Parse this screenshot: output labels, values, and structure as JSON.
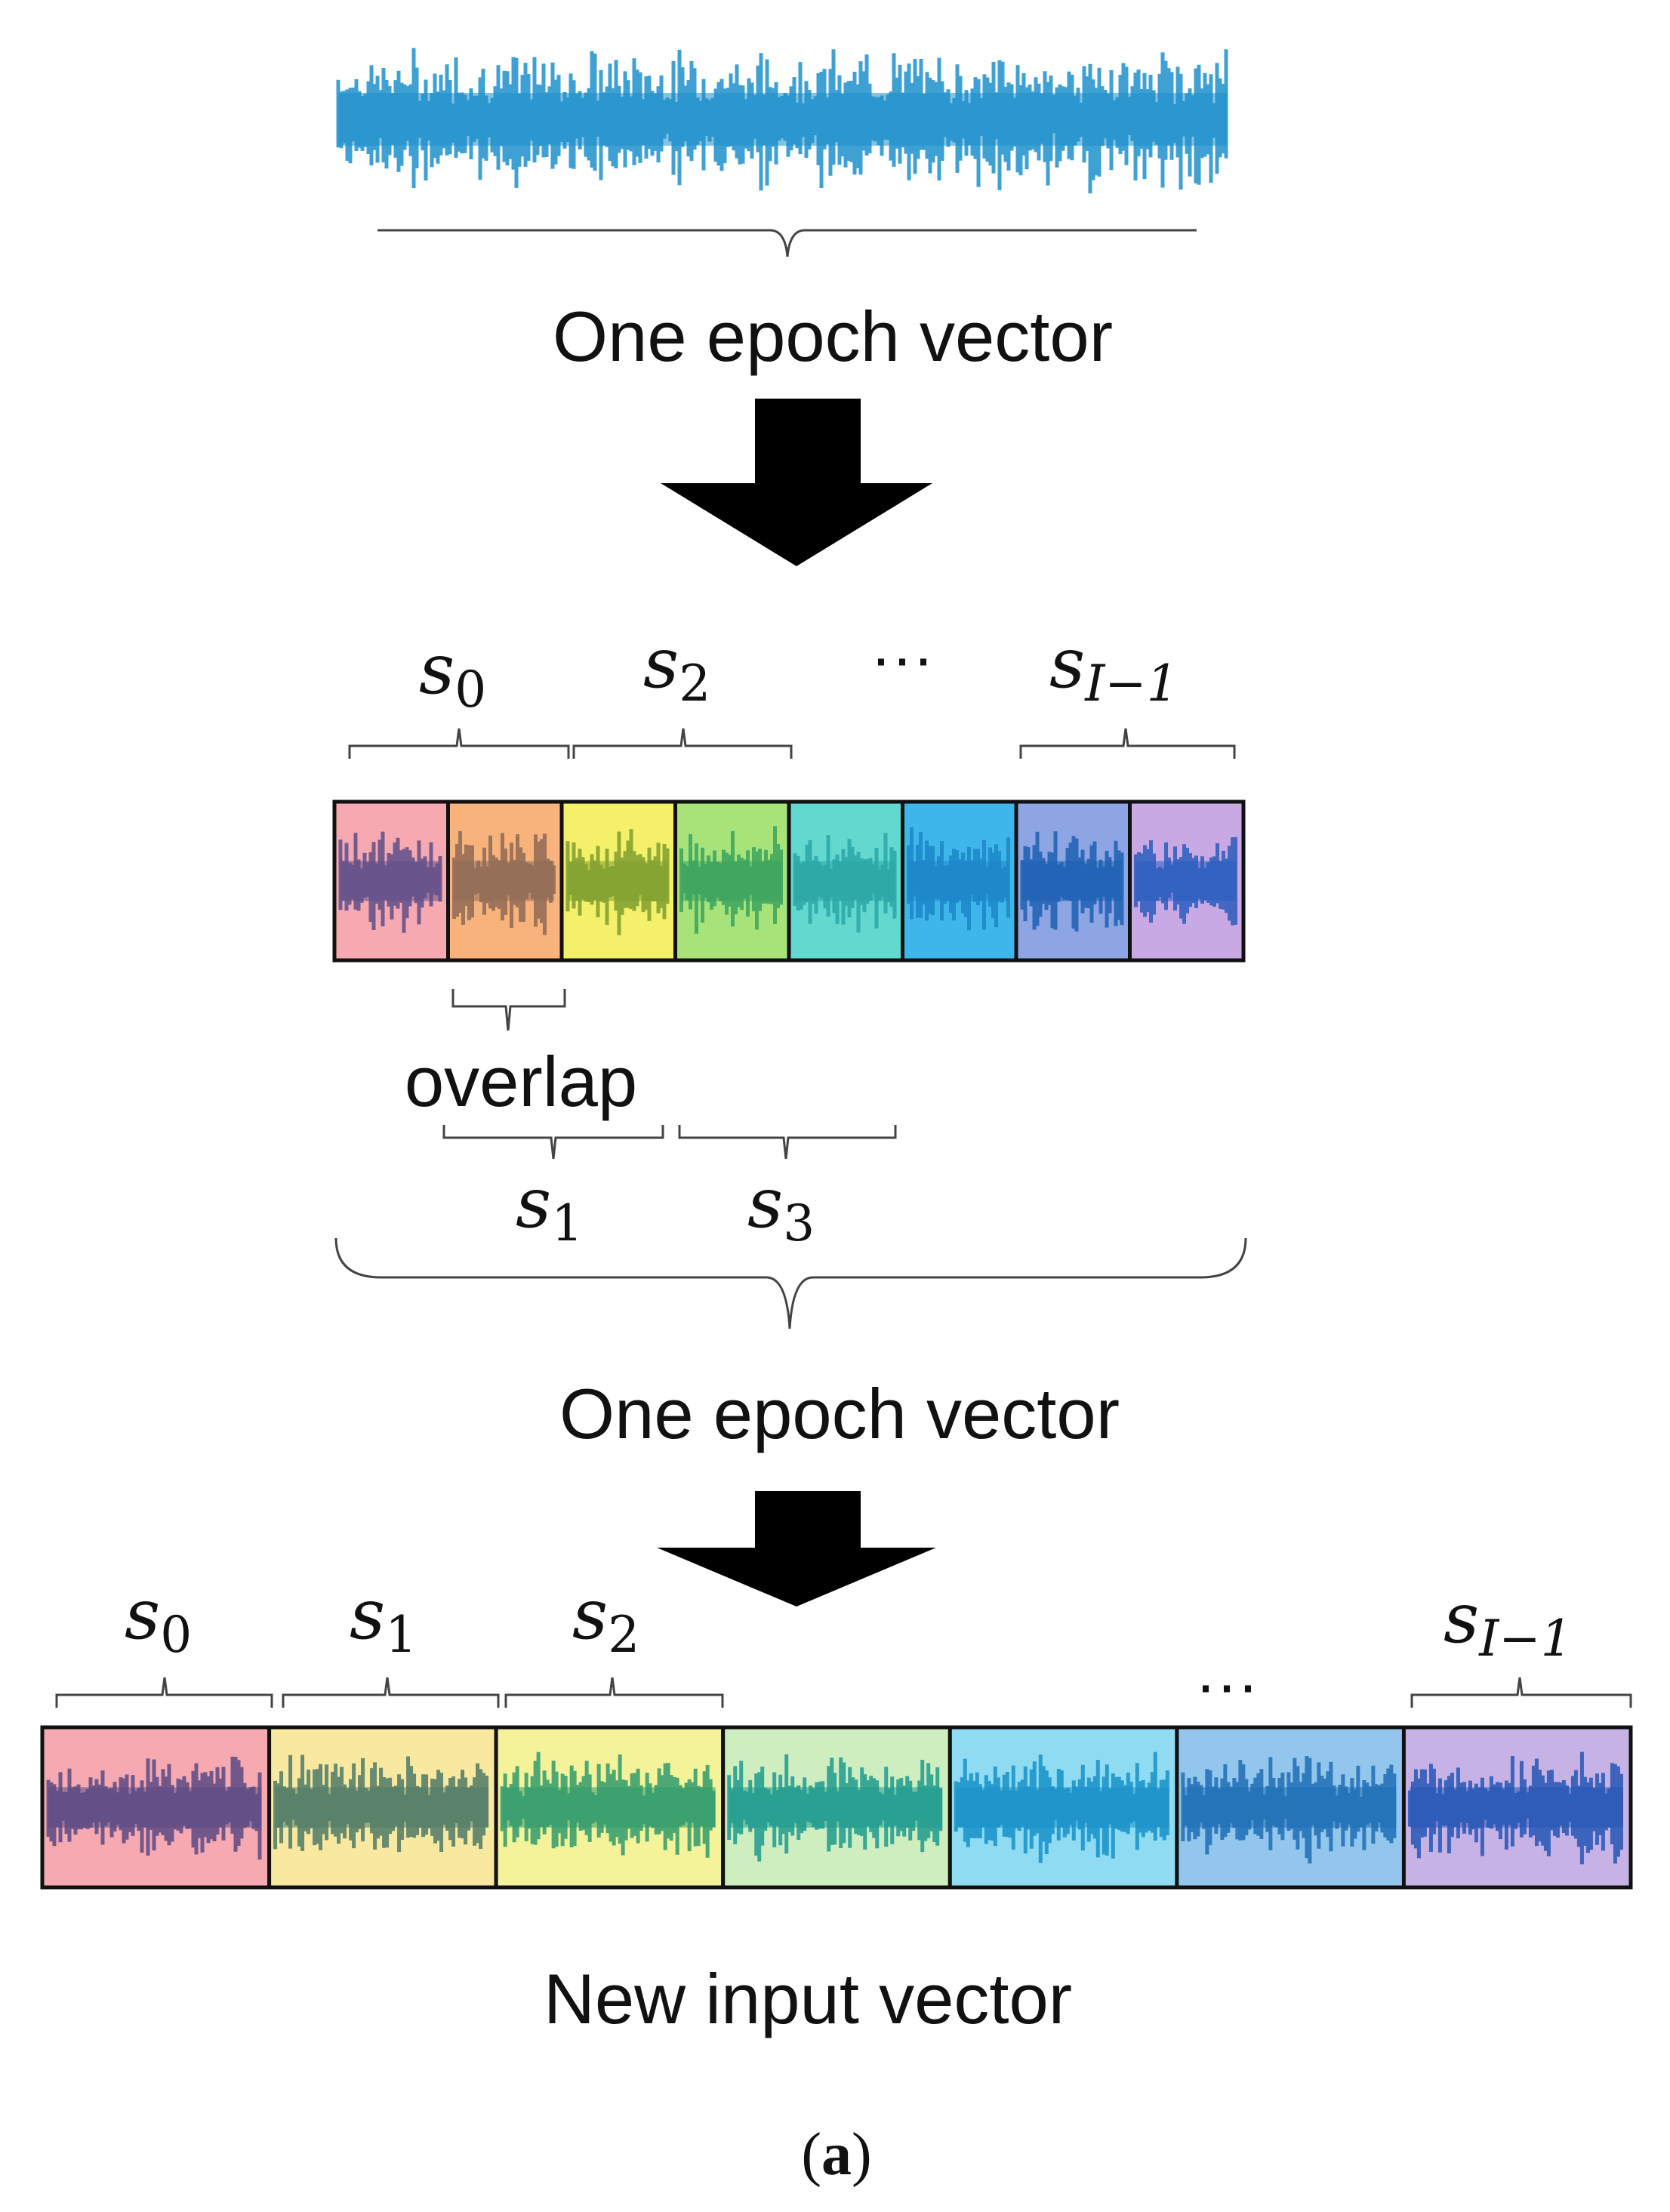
{
  "colors": {
    "signal_blue": "#1d8fcb",
    "arrow": "#000000",
    "segment_bg_row1": [
      "#f7a9b1",
      "#f8b27c",
      "#f4f06a",
      "#a8e37a",
      "#62d8cf",
      "#3fb6ea",
      "#8da6e3",
      "#c9a9e4"
    ],
    "segment_wave_row1": [
      "#5e4f8a",
      "#8e6a55",
      "#7e9e2e",
      "#3aa35e",
      "#2aa7a6",
      "#1b86c8",
      "#1c5fb3",
      "#2a5dbd"
    ],
    "segment_bg_row2": [
      "#f7a9b1",
      "#f9e8a0",
      "#f5f39a",
      "#cfeec0",
      "#8fdcf2",
      "#92c6ec",
      "#c7b2e6"
    ],
    "segment_wave_row2": [
      "#5a4a84",
      "#4f7a66",
      "#2f9a6c",
      "#1d9a8e",
      "#1890c9",
      "#1e6db5",
      "#2556b5"
    ]
  },
  "labels": {
    "top_caption": "One epoch vector",
    "middle_caption": "One epoch vector",
    "bottom_caption": "New input vector",
    "overlap": "overlap",
    "panel_letter": "a",
    "panel_open": "(",
    "panel_close": ")",
    "ellipsis": "···"
  },
  "segments_row1": {
    "s0": {
      "base": "s",
      "sub": "0"
    },
    "s2": {
      "base": "s",
      "sub": "2"
    },
    "sI": {
      "base": "s",
      "sub": "I−1"
    },
    "s1": {
      "base": "s",
      "sub": "1"
    },
    "s3": {
      "base": "s",
      "sub": "3"
    }
  },
  "segments_row2": {
    "s0": {
      "base": "s",
      "sub": "0"
    },
    "s1": {
      "base": "s",
      "sub": "1"
    },
    "s2": {
      "base": "s",
      "sub": "2"
    },
    "sI": {
      "base": "s",
      "sub": "I−1"
    }
  }
}
